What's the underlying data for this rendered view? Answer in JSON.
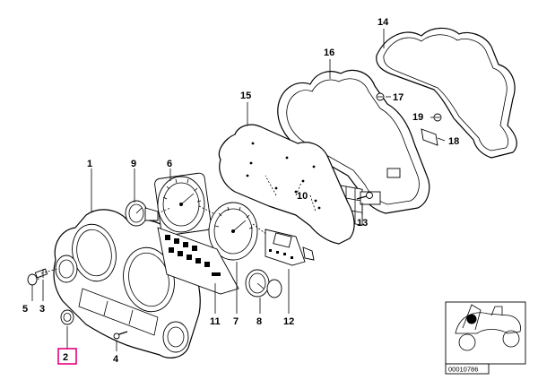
{
  "callouts": [
    {
      "id": "c1",
      "text": "1"
    },
    {
      "id": "c2",
      "text": "2"
    },
    {
      "id": "c3",
      "text": "3"
    },
    {
      "id": "c4",
      "text": "4"
    },
    {
      "id": "c5",
      "text": "5"
    },
    {
      "id": "c6",
      "text": "6"
    },
    {
      "id": "c7",
      "text": "7"
    },
    {
      "id": "c8",
      "text": "8"
    },
    {
      "id": "c9",
      "text": "9"
    },
    {
      "id": "c10",
      "text": "10"
    },
    {
      "id": "c11",
      "text": "11"
    },
    {
      "id": "c12",
      "text": "12"
    },
    {
      "id": "c13",
      "text": "13"
    },
    {
      "id": "c14",
      "text": "14"
    },
    {
      "id": "c15",
      "text": "15"
    },
    {
      "id": "c16",
      "text": "16"
    },
    {
      "id": "c17",
      "text": "17"
    },
    {
      "id": "c18",
      "text": "18"
    },
    {
      "id": "c19",
      "text": "19"
    }
  ],
  "highlighted_part": "2",
  "highlight_color": "#e6007e",
  "inset": {
    "code": "00010786"
  }
}
